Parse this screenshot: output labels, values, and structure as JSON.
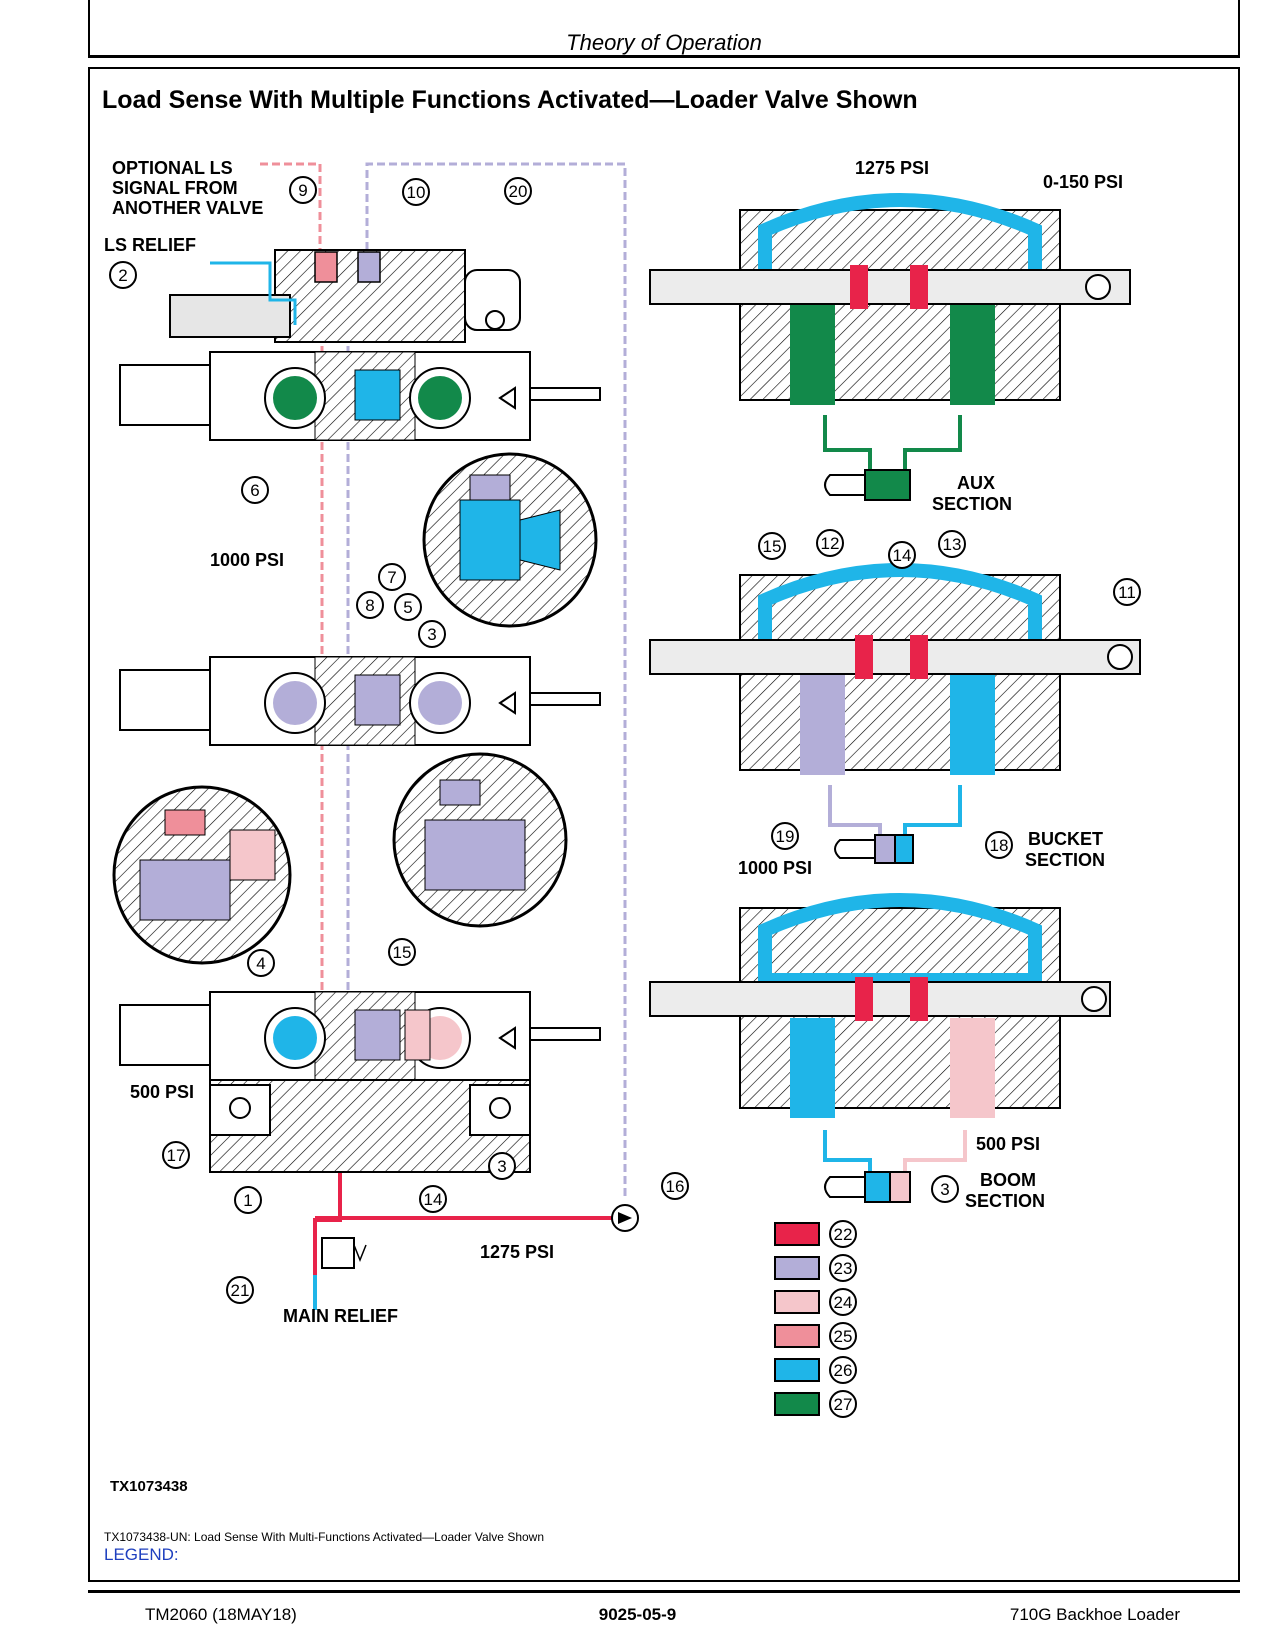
{
  "header": {
    "section": "Theory of Operation"
  },
  "title": "Load Sense With Multiple Functions Activated—Loader Valve Shown",
  "labels": {
    "optional_ls_1": "OPTIONAL LS",
    "optional_ls_2": "SIGNAL FROM",
    "optional_ls_3": "ANOTHER VALVE",
    "ls_relief": "LS RELIEF",
    "psi_1000_left": "1000 PSI",
    "psi_500_left": "500 PSI",
    "psi_1275_bottom": "1275  PSI",
    "main_relief": "MAIN RELIEF",
    "psi_1275_top": "1275 PSI",
    "psi_0_150": "0-150 PSI",
    "aux_1": "AUX",
    "aux_2": "SECTION",
    "bucket_1": "BUCKET",
    "bucket_2": "SECTION",
    "psi_1000_right": "1000 PSI",
    "psi_500_right": "500 PSI",
    "boom_1": "BOOM",
    "boom_2": "SECTION"
  },
  "callouts": [
    "1",
    "2",
    "3",
    "4",
    "5",
    "6",
    "7",
    "8",
    "9",
    "10",
    "11",
    "12",
    "13",
    "14",
    "15",
    "16",
    "17",
    "18",
    "19",
    "20",
    "21"
  ],
  "legend": [
    {
      "num": "22",
      "color": "#e8234a"
    },
    {
      "num": "23",
      "color": "#b3aed8"
    },
    {
      "num": "24",
      "color": "#f5c6cb"
    },
    {
      "num": "25",
      "color": "#ef8f9a"
    },
    {
      "num": "26",
      "color": "#1fb5e8"
    },
    {
      "num": "27",
      "color": "#12894a"
    }
  ],
  "colors": {
    "metal": "#d9d9d9",
    "outline": "#000000",
    "legend_text": "#1e3fbf"
  },
  "image_id": "TX1073438",
  "caption": "TX1073438-UN: Load Sense With Multi-Functions Activated—Loader Valve Shown",
  "legend_label": "LEGEND:",
  "footer": {
    "left": "TM2060 (18MAY18)",
    "center": "9025-05-9",
    "right": "710G Backhoe Loader"
  }
}
